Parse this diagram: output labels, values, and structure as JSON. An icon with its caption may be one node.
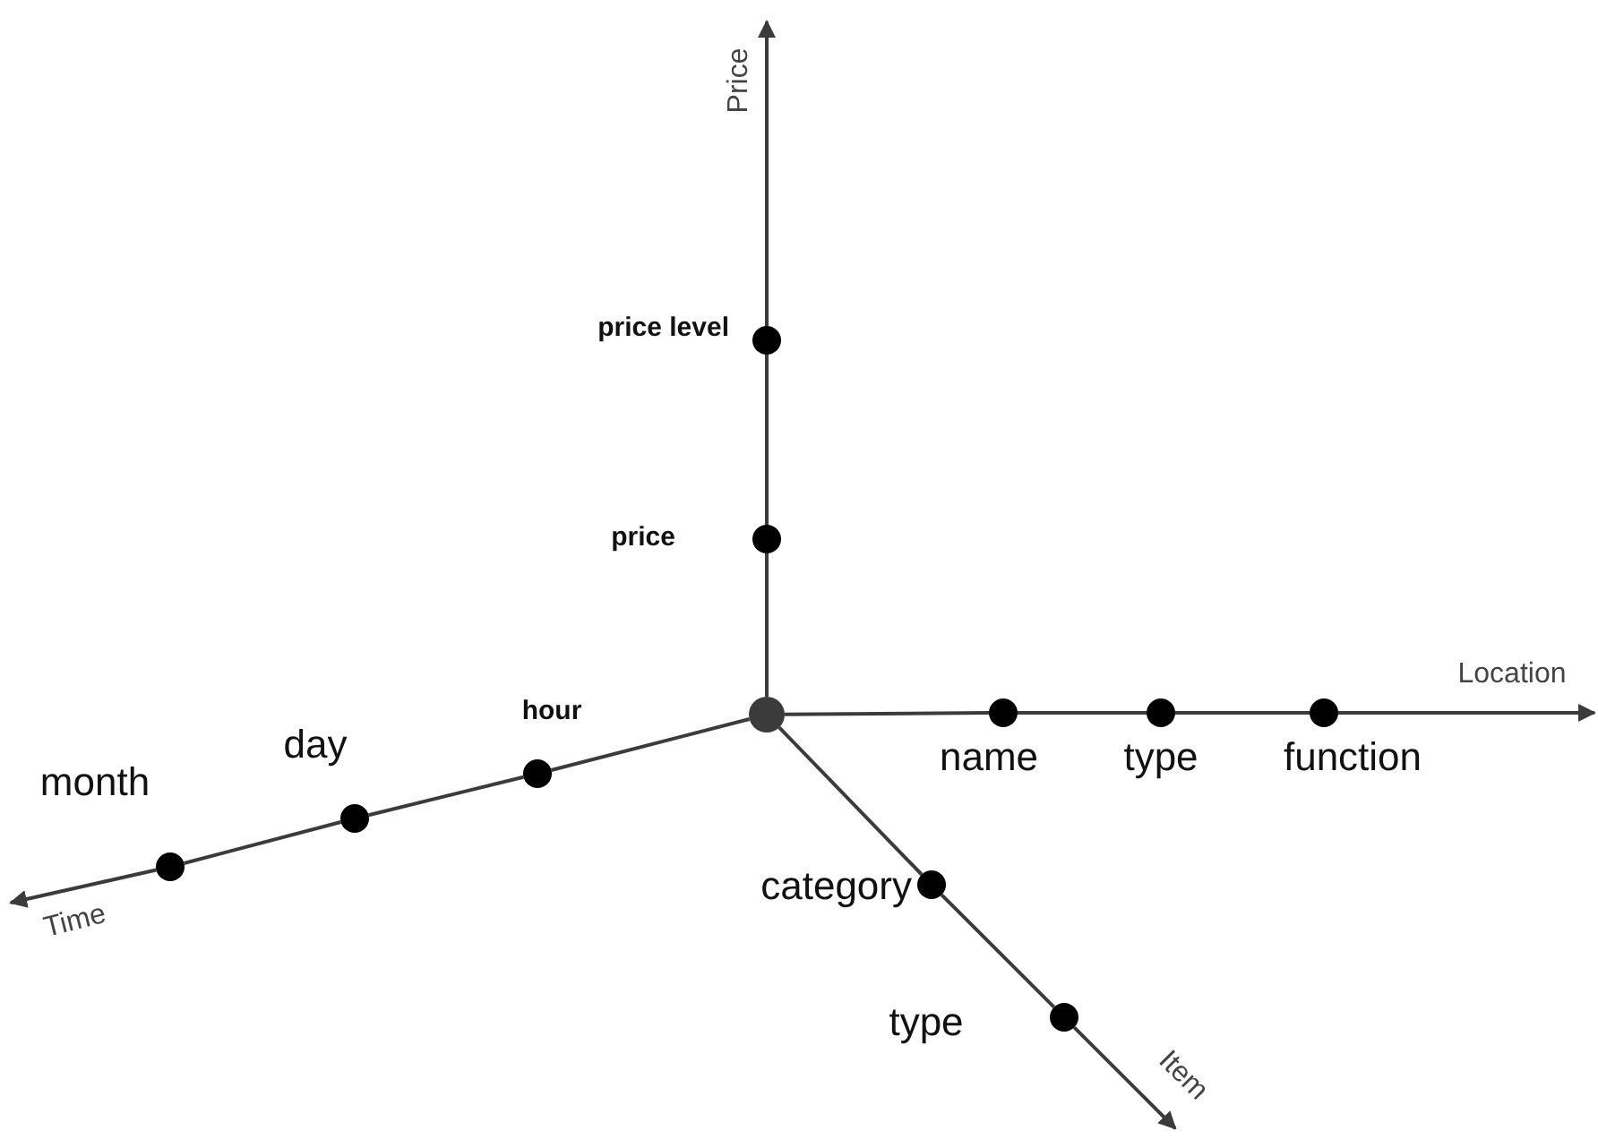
{
  "diagram": {
    "nodes": [
      {
        "text": [],
        "shape": "circle"
      },
      {
        "text": [],
        "shape": "circle",
        "beside": [
          "price"
        ]
      },
      {
        "text": [],
        "shape": "circle",
        "beside": [
          "price level"
        ]
      },
      {
        "text": [],
        "shape": "circle",
        "beside": [
          "name"
        ]
      },
      {
        "text": [],
        "shape": "circle",
        "beside": [
          "type"
        ]
      },
      {
        "text": [],
        "shape": "circle",
        "beside": [
          "function"
        ]
      },
      {
        "text": [],
        "shape": "circle",
        "beside": [
          "hour"
        ]
      },
      {
        "text": [],
        "shape": "circle",
        "beside": [
          "day"
        ]
      },
      {
        "text": [],
        "shape": "circle",
        "beside": [
          "month"
        ]
      },
      {
        "text": [],
        "shape": "circle",
        "beside": [
          "category"
        ]
      },
      {
        "text": [],
        "shape": "circle",
        "beside": [
          "type"
        ]
      }
    ],
    "edges": [
      {
        "from": 0,
        "to": 1,
        "arrow": "none"
      },
      {
        "from": 1,
        "to": 2,
        "arrow": "none"
      },
      {
        "from": 2,
        "to": null,
        "arrow": "to",
        "label": "Price"
      },
      {
        "from": 0,
        "to": 3,
        "arrow": "none"
      },
      {
        "from": 3,
        "to": 4,
        "arrow": "none"
      },
      {
        "from": 4,
        "to": 5,
        "arrow": "none"
      },
      {
        "from": 5,
        "to": null,
        "arrow": "to",
        "label": "Location"
      },
      {
        "from": 0,
        "to": 6,
        "arrow": "none"
      },
      {
        "from": 6,
        "to": 7,
        "arrow": "none"
      },
      {
        "from": 7,
        "to": 8,
        "arrow": "none"
      },
      {
        "from": 8,
        "to": null,
        "arrow": "to",
        "label": "Time"
      },
      {
        "from": 0,
        "to": 9,
        "arrow": "none"
      },
      {
        "from": 9,
        "to": 10,
        "arrow": "none"
      },
      {
        "from": 10,
        "to": null,
        "arrow": "to",
        "label": "Item"
      }
    ]
  }
}
